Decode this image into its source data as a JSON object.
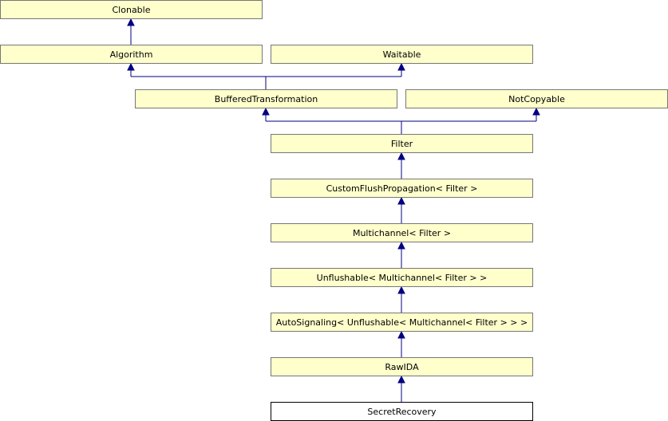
{
  "diagram": {
    "nodes": {
      "clonable": "Clonable",
      "algorithm": "Algorithm",
      "waitable": "Waitable",
      "buffered_transformation": "BufferedTransformation",
      "not_copyable": "NotCopyable",
      "filter": "Filter",
      "custom_flush_propagation": "CustomFlushPropagation< Filter >",
      "multichannel": "Multichannel< Filter >",
      "unflushable": "Unflushable< Multichannel< Filter > >",
      "auto_signaling": "AutoSignaling< Unflushable< Multichannel< Filter > > >",
      "raw_ida": "RawIDA",
      "secret_recovery": "SecretRecovery"
    },
    "edges": [
      {
        "from": "algorithm",
        "to": "clonable"
      },
      {
        "from": "buffered_transformation",
        "to": "algorithm"
      },
      {
        "from": "buffered_transformation",
        "to": "waitable"
      },
      {
        "from": "filter",
        "to": "buffered_transformation"
      },
      {
        "from": "filter",
        "to": "not_copyable"
      },
      {
        "from": "custom_flush_propagation",
        "to": "filter"
      },
      {
        "from": "multichannel",
        "to": "custom_flush_propagation"
      },
      {
        "from": "unflushable",
        "to": "multichannel"
      },
      {
        "from": "auto_signaling",
        "to": "unflushable"
      },
      {
        "from": "raw_ida",
        "to": "auto_signaling"
      },
      {
        "from": "secret_recovery",
        "to": "raw_ida"
      }
    ],
    "colors": {
      "node_fill": "#ffffcc",
      "node_border": "#777777",
      "current_node_fill": "#ffffff",
      "current_node_border": "#000000",
      "edge": "#000080"
    }
  }
}
